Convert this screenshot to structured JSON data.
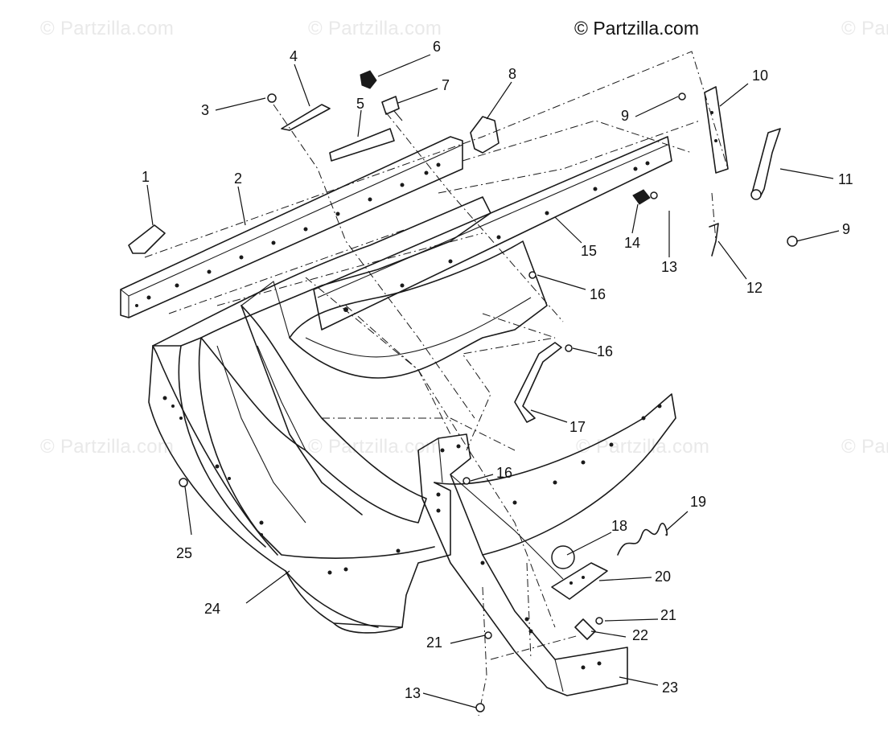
{
  "watermark": "© Partzilla.com",
  "copyright": "© Partzilla.com",
  "labels": {
    "l1": "1",
    "l2": "2",
    "l3": "3",
    "l4": "4",
    "l5": "5",
    "l6": "6",
    "l7": "7",
    "l8": "8",
    "l9a": "9",
    "l9b": "9",
    "l10": "10",
    "l11": "11",
    "l12": "12",
    "l13a": "13",
    "l13b": "13",
    "l14": "14",
    "l15": "15",
    "l16a": "16",
    "l16b": "16",
    "l16c": "16",
    "l17": "17",
    "l18": "18",
    "l19": "19",
    "l20": "20",
    "l21a": "21",
    "l21b": "21",
    "l22": "22",
    "l23": "23",
    "l24": "24",
    "l25": "25"
  }
}
